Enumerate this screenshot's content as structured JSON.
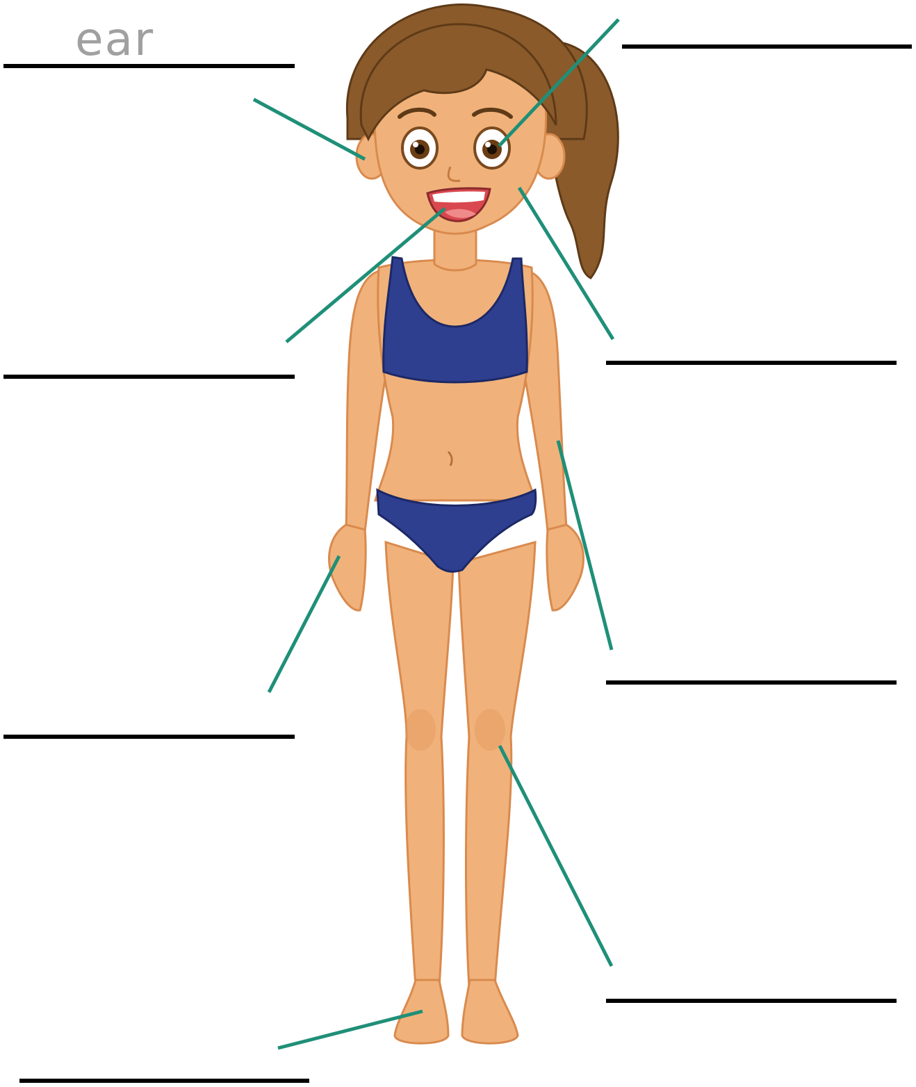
{
  "worksheet": {
    "colors": {
      "pointer_line": "#1f8f78",
      "answer_line": "#000000",
      "answer_text": "#a0a0a0",
      "skin": "#f0b27a",
      "skin_shade": "#d98a4e",
      "hair": "#8a5a2b",
      "swimsuit": "#2f3f8f"
    },
    "labels": [
      {
        "id": "ear",
        "answer": "ear"
      },
      {
        "id": "eye",
        "answer": ""
      },
      {
        "id": "mouth",
        "answer": ""
      },
      {
        "id": "cheek",
        "answer": ""
      },
      {
        "id": "arm",
        "answer": ""
      },
      {
        "id": "hand",
        "answer": ""
      },
      {
        "id": "knee",
        "answer": ""
      },
      {
        "id": "foot",
        "answer": ""
      }
    ]
  }
}
